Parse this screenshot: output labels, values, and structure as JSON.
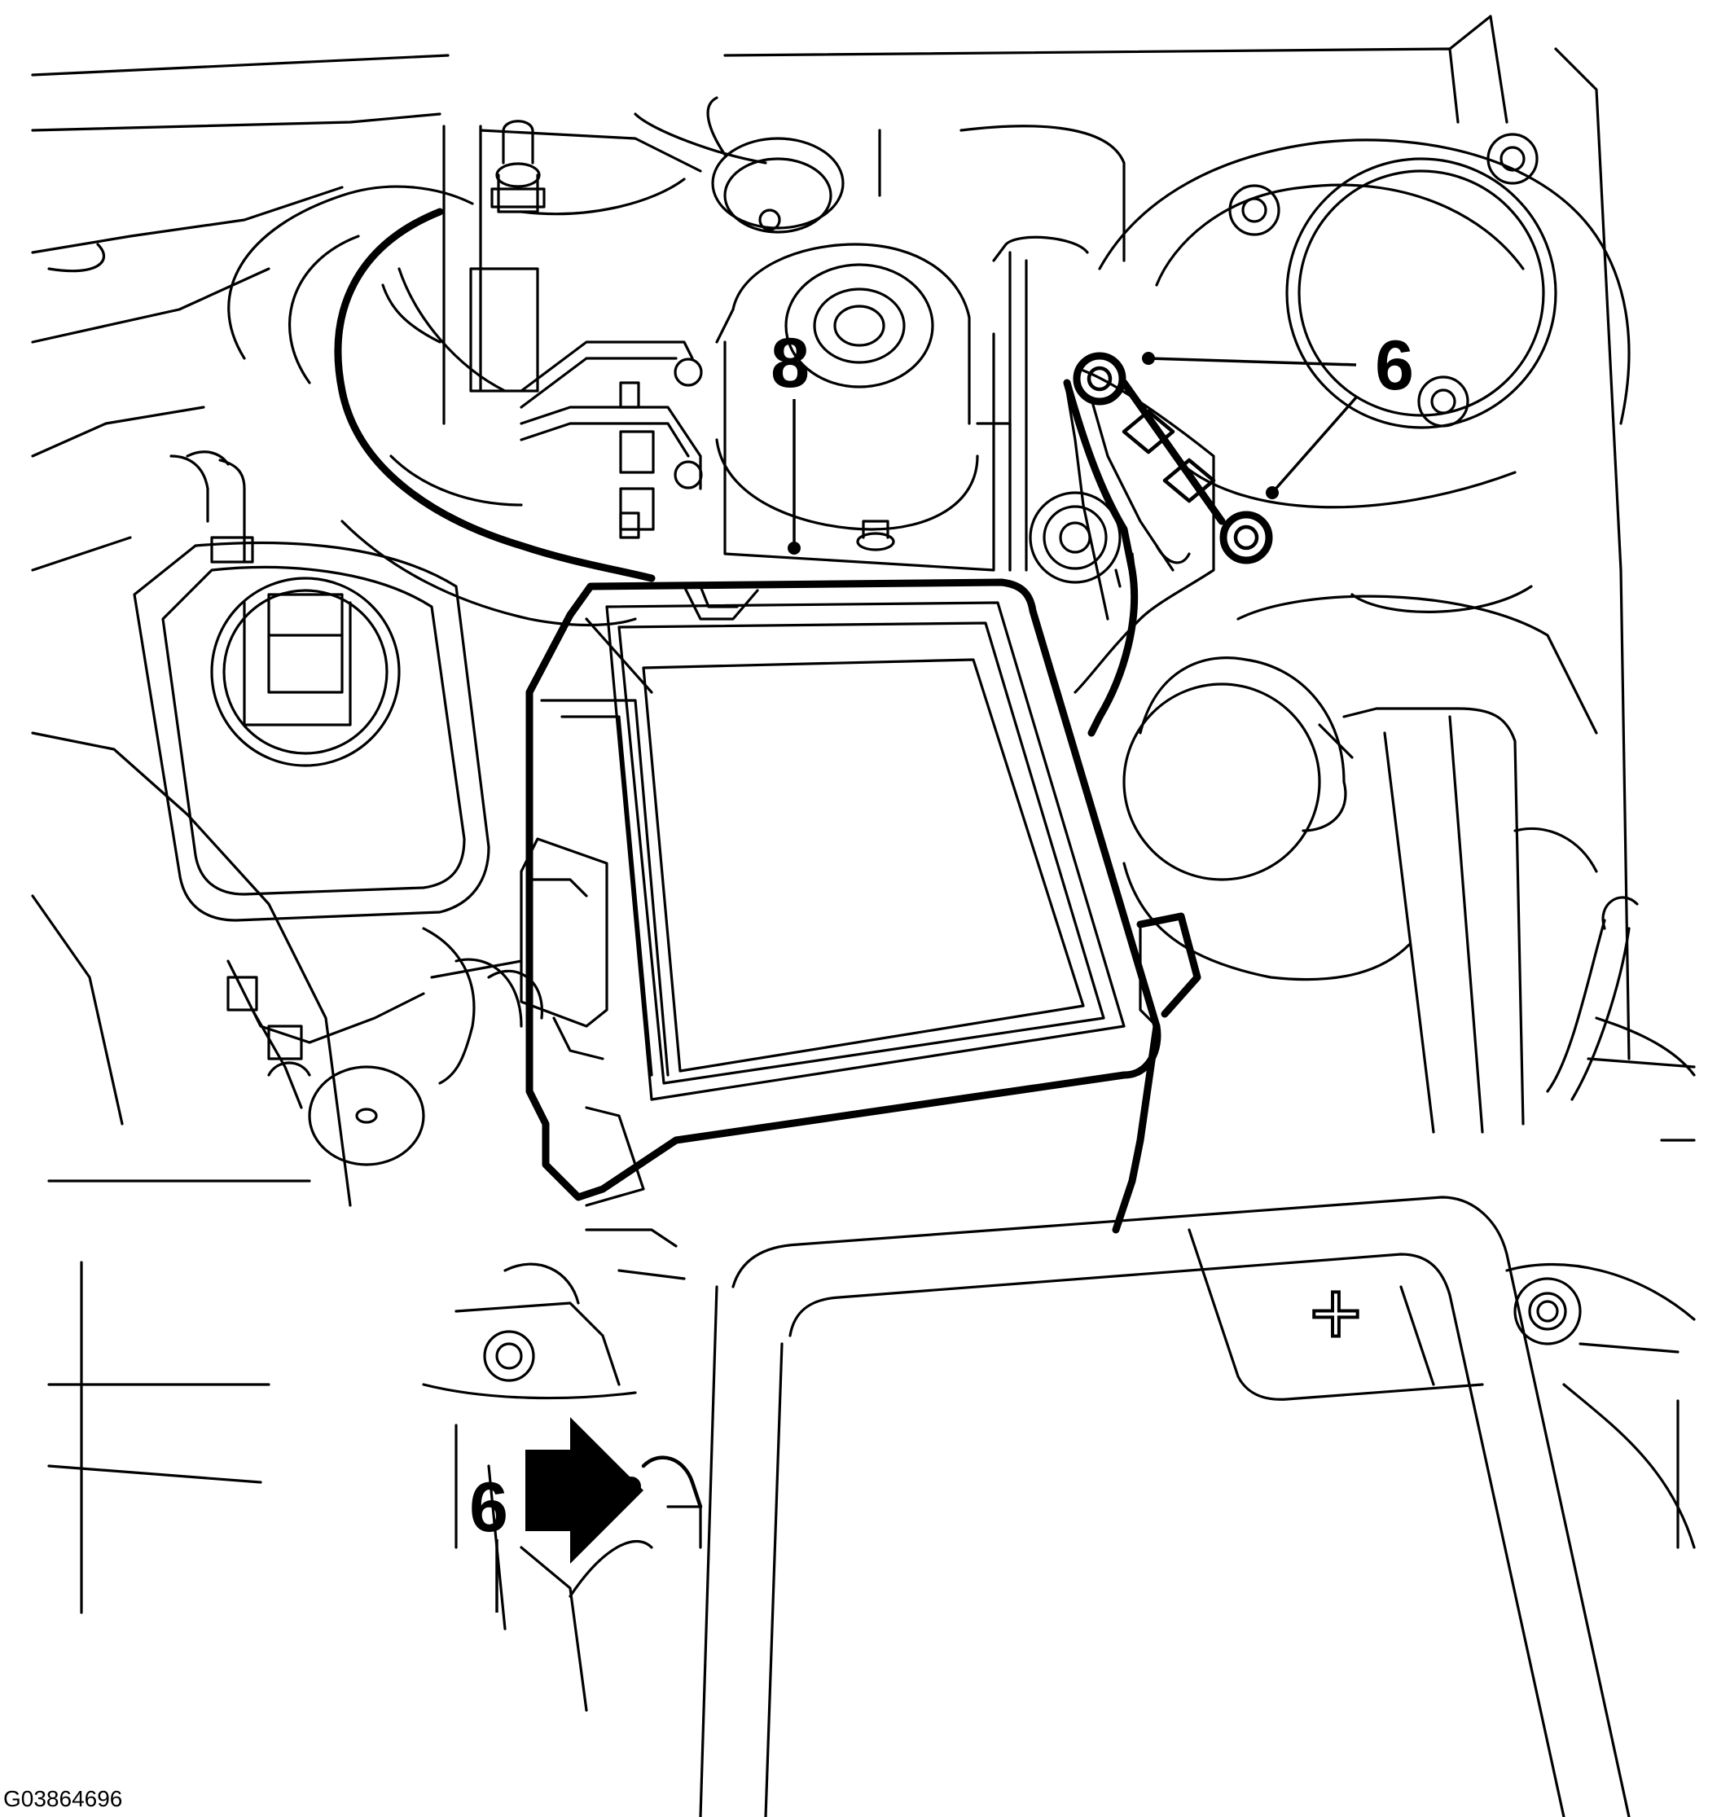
{
  "figure_id": "G03864696",
  "battery_terminal_symbol": "+",
  "callouts": {
    "top_left_label": "8",
    "top_right_label": "6",
    "bottom_left_label": "6"
  },
  "icons": {
    "pointer_arrow": "right-arrow-icon"
  }
}
